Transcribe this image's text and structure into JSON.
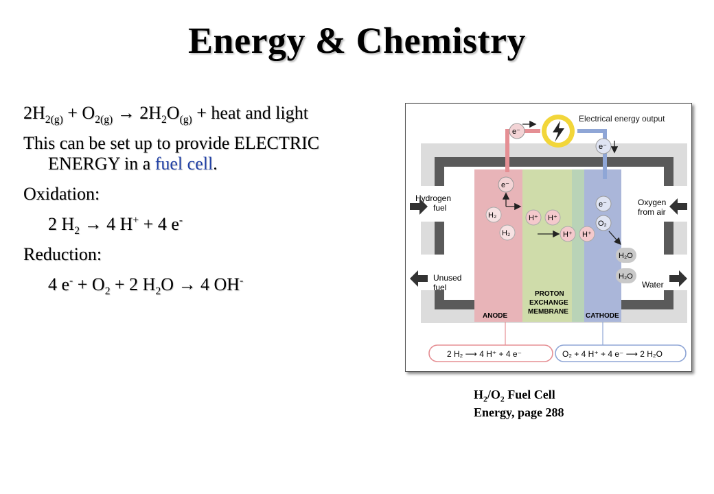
{
  "slide": {
    "title": "Energy & Chemistry"
  },
  "body": {
    "eq1": {
      "a": "2H",
      "a_sub": "2(g)",
      "b": " + O",
      "b_sub": "2(g)",
      "c": " → 2H",
      "c_sub": "2",
      "d": "O",
      "d_sub": "(g)",
      "e": " + heat and light"
    },
    "line2_a": "This can be set up to provide ELECTRIC ENERGY in  a ",
    "line2_link": "fuel cell",
    "line2_end": ".",
    "oxidation_label": "Oxidation:",
    "ox": {
      "a": "2 H",
      "a_sub": "2",
      "b": " → 4 H",
      "b_sup": "+",
      "c": "  +  4 e",
      "c_sup": "-"
    },
    "reduction_label": "Reduction:",
    "red": {
      "a": "4 e",
      "a_sup": "-",
      "b": "  +  O",
      "b_sub": "2",
      "c": "  +  2 H",
      "c_sub": "2",
      "d": "O → 4 OH",
      "d_sup": "-"
    }
  },
  "figure": {
    "electrical_output": "Electrical energy output",
    "hydrogen_fuel_1": "Hydrogen",
    "hydrogen_fuel_2": "fuel",
    "unused_fuel_1": "Unused",
    "unused_fuel_2": "fuel",
    "oxygen_air_1": "Oxygen",
    "oxygen_air_2": "from air",
    "water": "Water",
    "anode": "ANODE",
    "pem_1": "PROTON",
    "pem_2": "EXCHANGE",
    "pem_3": "MEMBRANE",
    "cathode": "CATHODE",
    "electron": "e⁻",
    "h2": "H₂",
    "hplus": "H⁺",
    "o2": "O₂",
    "h2o": "H₂O",
    "anode_eq": "2 H₂ ⟶ 4 H⁺ + 4 e⁻",
    "cathode_eq": "O₂ + 4 H⁺ + 4 e⁻ ⟶ 2 H₂O",
    "colors": {
      "anode": "#e8b4b8",
      "membrane": "#cfdcaa",
      "cathode": "#aab6d9",
      "frame": "#5a5a5a",
      "bulb_ring": "#f2d63a"
    }
  },
  "caption": {
    "line1_a": "H",
    "line1_sub1": "2",
    "line1_b": "/O",
    "line1_sub2": "2",
    "line1_c": " Fuel Cell",
    "line2": "Energy, page 288"
  }
}
